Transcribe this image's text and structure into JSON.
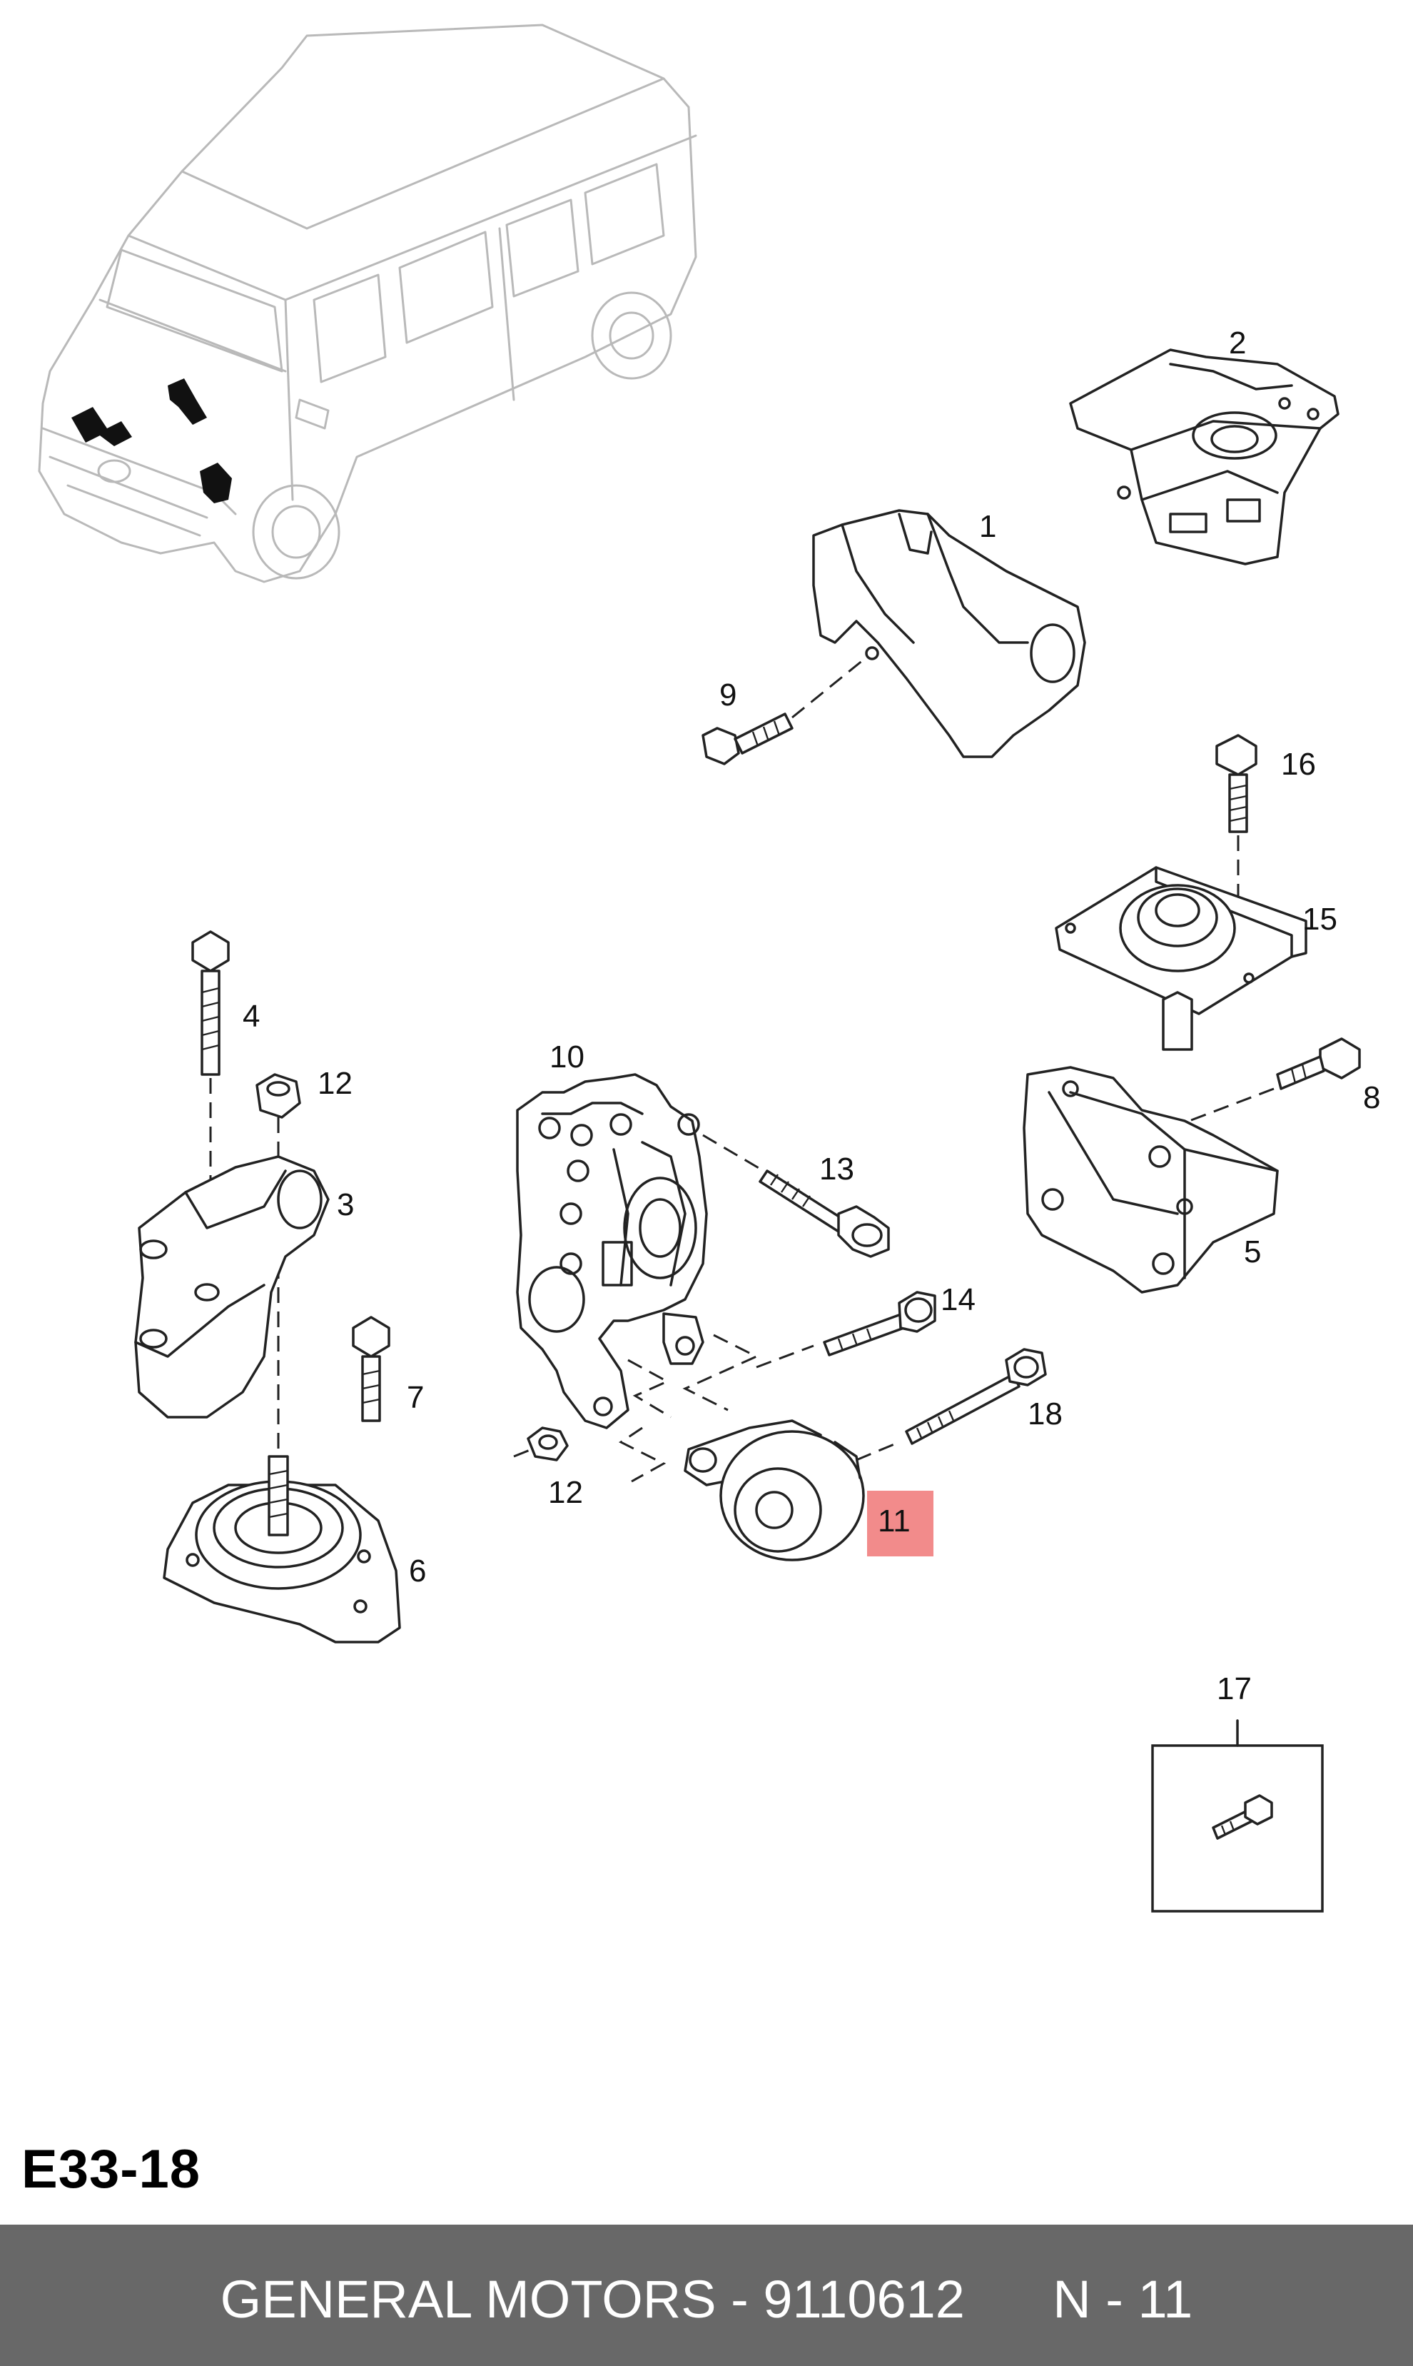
{
  "diagram": {
    "code": "E33-18",
    "highlight_color": "#f28b8b",
    "callouts": {
      "c1": "1",
      "c2": "2",
      "c3": "3",
      "c4": "4",
      "c5": "5",
      "c6": "6",
      "c7": "7",
      "c8": "8",
      "c9": "9",
      "c10": "10",
      "c11": "11",
      "c12a": "12",
      "c12b": "12",
      "c13": "13",
      "c14": "14",
      "c15": "15",
      "c16": "16",
      "c17": "17",
      "c18": "18"
    },
    "highlighted_callout": "11"
  },
  "footer": {
    "text": "GENERAL MOTORS - 9110612      N - 11",
    "background": "#686868"
  }
}
